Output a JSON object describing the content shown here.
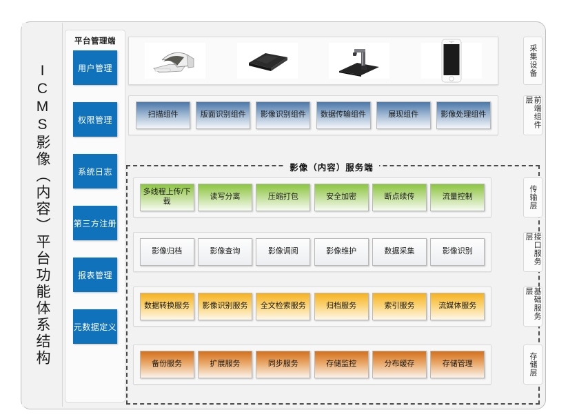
{
  "diagram": {
    "left_title": "ICMS影像（内容）平台功能体系结构",
    "server_section_title": "影像（内容）服务端"
  },
  "admin_panel": {
    "title": "平台管理端",
    "buttons": [
      {
        "label": "用户管理",
        "name": "user-management"
      },
      {
        "label": "权限管理",
        "name": "permission-management"
      },
      {
        "label": "系统日志",
        "name": "system-log"
      },
      {
        "label": "第三方注册",
        "name": "third-party-registration"
      },
      {
        "label": "报表管理",
        "name": "report-management"
      },
      {
        "label": "元数据定义",
        "name": "metadata-definition"
      }
    ]
  },
  "layers": [
    {
      "id": "acquisition",
      "label": "采集设备",
      "style": "device",
      "items": [
        {
          "label": "高速扫描仪",
          "icon": "scanner-device-icon"
        },
        {
          "label": "平板扫描仪",
          "icon": "flatbed-scanner-icon"
        },
        {
          "label": "高拍仪",
          "icon": "document-camera-icon"
        },
        {
          "label": "手机",
          "icon": "smartphone-icon"
        }
      ]
    },
    {
      "id": "frontend-component",
      "label": "前端组件层",
      "style": "blue",
      "items": [
        {
          "label": "扫描组件"
        },
        {
          "label": "版面识别组件"
        },
        {
          "label": "影像识别组件"
        },
        {
          "label": "数据传输组件"
        },
        {
          "label": "展现组件"
        },
        {
          "label": "影像处理组件"
        }
      ]
    },
    {
      "id": "transport",
      "label": "传输层",
      "style": "green",
      "items": [
        {
          "label": "多线程上传/下载"
        },
        {
          "label": "读写分离"
        },
        {
          "label": "压缩打包"
        },
        {
          "label": "安全加密"
        },
        {
          "label": "断点续传"
        },
        {
          "label": "流量控制"
        }
      ]
    },
    {
      "id": "interface-service",
      "label": "接口服务层",
      "style": "plain",
      "items": [
        {
          "label": "影像归档"
        },
        {
          "label": "影像查询"
        },
        {
          "label": "影像调阅"
        },
        {
          "label": "影像维护"
        },
        {
          "label": "数据采集"
        },
        {
          "label": "影像识别"
        }
      ]
    },
    {
      "id": "basic-service",
      "label": "基础服务层",
      "style": "gold",
      "items": [
        {
          "label": "数据转换服务"
        },
        {
          "label": "影像识别服务"
        },
        {
          "label": "全文检索服务"
        },
        {
          "label": "归档服务"
        },
        {
          "label": "索引服务"
        },
        {
          "label": "流媒体服务"
        }
      ]
    },
    {
      "id": "storage",
      "label": "存储层",
      "style": "orange",
      "items": [
        {
          "label": "备份服务"
        },
        {
          "label": "扩展服务"
        },
        {
          "label": "同步服务"
        },
        {
          "label": "存储监控"
        },
        {
          "label": "分布缓存"
        },
        {
          "label": "存储管理"
        }
      ]
    }
  ],
  "colors": {
    "admin_button": "#1072bb",
    "blue_box": "#4b78a9",
    "green_box": "#8cc540",
    "gold_box": "#f6b221",
    "orange_box": "#d2711c",
    "frame_border": "#bdbdbd",
    "dashed_border": "#4a4a4a"
  }
}
